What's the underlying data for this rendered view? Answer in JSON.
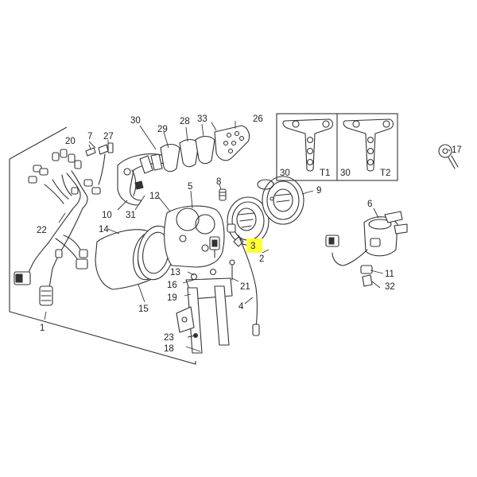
{
  "highlight_color": "#ffff33",
  "callouts": [
    {
      "id": "1",
      "label": "1"
    },
    {
      "id": "2",
      "label": "2"
    },
    {
      "id": "3",
      "label": "3",
      "highlighted": true
    },
    {
      "id": "4",
      "label": "4"
    },
    {
      "id": "5",
      "label": "5"
    },
    {
      "id": "6",
      "label": "6"
    },
    {
      "id": "7",
      "label": "7"
    },
    {
      "id": "8",
      "label": "8"
    },
    {
      "id": "9",
      "label": "9"
    },
    {
      "id": "10",
      "label": "10"
    },
    {
      "id": "11",
      "label": "11"
    },
    {
      "id": "12",
      "label": "12"
    },
    {
      "id": "13",
      "label": "13"
    },
    {
      "id": "14",
      "label": "14"
    },
    {
      "id": "15",
      "label": "15"
    },
    {
      "id": "16",
      "label": "16"
    },
    {
      "id": "17",
      "label": "17"
    },
    {
      "id": "18",
      "label": "18"
    },
    {
      "id": "19",
      "label": "19"
    },
    {
      "id": "20",
      "label": "20"
    },
    {
      "id": "21",
      "label": "21"
    },
    {
      "id": "22",
      "label": "22"
    },
    {
      "id": "23",
      "label": "23"
    },
    {
      "id": "26",
      "label": "26"
    },
    {
      "id": "27",
      "label": "27"
    },
    {
      "id": "28",
      "label": "28"
    },
    {
      "id": "29",
      "label": "29"
    },
    {
      "id": "30",
      "label": "30"
    },
    {
      "id": "31",
      "label": "31"
    },
    {
      "id": "32",
      "label": "32"
    },
    {
      "id": "33",
      "label": "33"
    }
  ],
  "variant_boxes": [
    {
      "id": "T1",
      "label": "T1",
      "part": "30"
    },
    {
      "id": "T2",
      "label": "T2",
      "part": "30"
    }
  ]
}
